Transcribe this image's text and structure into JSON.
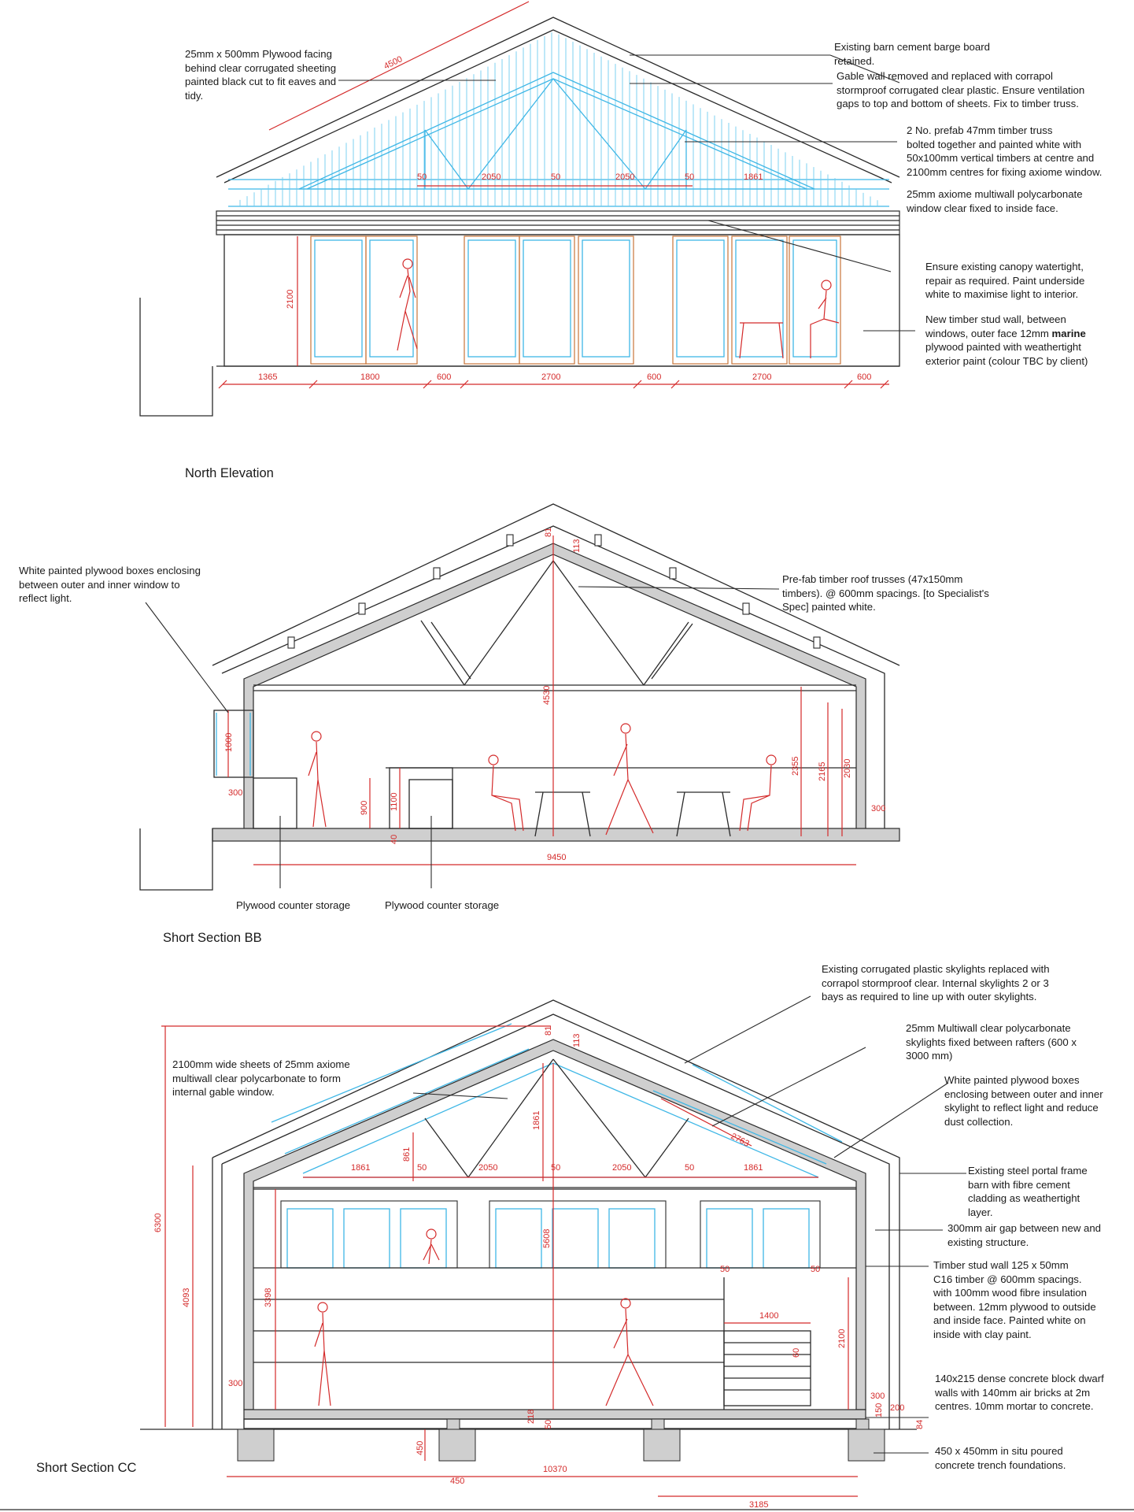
{
  "titles": {
    "north": "North Elevation",
    "bb": "Short Section BB",
    "cc": "Short Section CC"
  },
  "north_notes": {
    "plywood_facing": "25mm x 500mm Plywood facing\nbehind clear corrugated sheeting\npainted black cut to fit eaves and\ntidy.",
    "barge_board": "Existing barn cement barge board\nretained.",
    "gable_wall": "Gable wall removed and replaced with corrapol\nstormproof corrugated clear plastic. Ensure ventilation\ngaps to top and bottom of sheets. Fix to timber truss.",
    "truss": "2 No. prefab 47mm timber truss\nbolted together and painted white with\n50x100mm vertical timbers at centre and\n2100mm centres for fixing axiome window.",
    "polycarb": "25mm axiome multiwall polycarbonate\nwindow clear fixed to inside face.",
    "canopy": "Ensure existing canopy watertight,\nrepair as required. Paint underside\nwhite to maximise light to interior.",
    "stud_wall_a": "New timber stud wall, between\nwindows, outer face 12mm ",
    "stud_wall_bold": "marine",
    "stud_wall_b": "\nplywood painted with weathertight\nexterior paint (colour TBC by client)"
  },
  "north_dims": {
    "slope": "4500",
    "truss_a": "50",
    "truss_b": "2050",
    "truss_c": "50",
    "truss_d": "2050",
    "truss_e": "50",
    "truss_f": "1861",
    "height": "2100",
    "bottom": [
      "1365",
      "1800",
      "600",
      "2700",
      "600",
      "2700",
      "600"
    ]
  },
  "bb_notes": {
    "boxes": "White painted plywood boxes enclosing\nbetween outer and inner window to\nreflect light.",
    "trusses": "Pre-fab timber roof trusses (47x150mm\ntimbers). @ 600mm spacings. [to Specialist's\nSpec] painted white.",
    "counter_1": "Plywood counter storage",
    "counter_2": "Plywood counter storage"
  },
  "bb_dims": {
    "ridge_a": "81",
    "ridge_b": "113",
    "centre": "4530",
    "window": "1000",
    "sill": "300",
    "counter": "900",
    "counter_b": "1100",
    "counter_c": "40",
    "right_a": "2355",
    "right_b": "2165",
    "right_c": "2030",
    "wall": "300",
    "width": "9450"
  },
  "cc_notes": {
    "skylights": "Existing corrugated plastic skylights replaced with\ncorrapol stormproof clear. Internal skylights 2 or 3\nbays as required to line up with outer skylights.",
    "multiwall": "25mm Multiwall clear polycarbonate\nskylights fixed between rafters (600 x\n3000 mm)",
    "gable_window": "2100mm wide sheets of 25mm axiome\nmultiwall clear polycarbonate to form\ninternal gable window.",
    "boxes": "White painted plywood boxes\nenclosing between outer and inner\nskylight to reflect light and reduce\ndust collection.",
    "portal": "Existing steel portal frame\nbarn with fibre cement\ncladding as weathertight\nlayer.",
    "air_gap": "300mm air gap between new and\nexisting structure.",
    "stud": "Timber stud wall 125 x 50mm\nC16 timber @ 600mm spacings.\nwith 100mm wood fibre insulation\nbetween. 12mm plywood to outside\nand inside face. Painted white on\ninside with clay paint.",
    "dwarf": "140x215 dense concrete block dwarf\nwalls with 140mm air bricks at 2m\ncentres. 10mm mortar to concrete.",
    "foundations": "450 x 450mm in situ poured\nconcrete trench foundations."
  },
  "cc_dims": {
    "overall_h": "6300",
    "wall_h": "4093",
    "inner_h": "3398",
    "ridge_a": "81",
    "ridge_b": "113",
    "truss_h": "1861",
    "tie": "861",
    "centre": "5608",
    "slope": "2763",
    "t1": "1861",
    "t2": "50",
    "t3": "2050",
    "t4": "50",
    "t5": "2050",
    "t6": "50",
    "t7": "1861",
    "m50a": "50",
    "m50b": "50",
    "landing": "1400",
    "step": "60",
    "door": "2100",
    "sill": "300",
    "floor_a": "218",
    "floor_b": "50",
    "right_a": "300",
    "right_b": "150",
    "right_c": "200",
    "right_d": "84",
    "found": "450",
    "found_w": "450",
    "width": "10370",
    "gap": "3185"
  },
  "colors": {
    "annotation": "#d42a2a",
    "glazing": "#3fb7e6",
    "linework": "#2a2a2a"
  }
}
